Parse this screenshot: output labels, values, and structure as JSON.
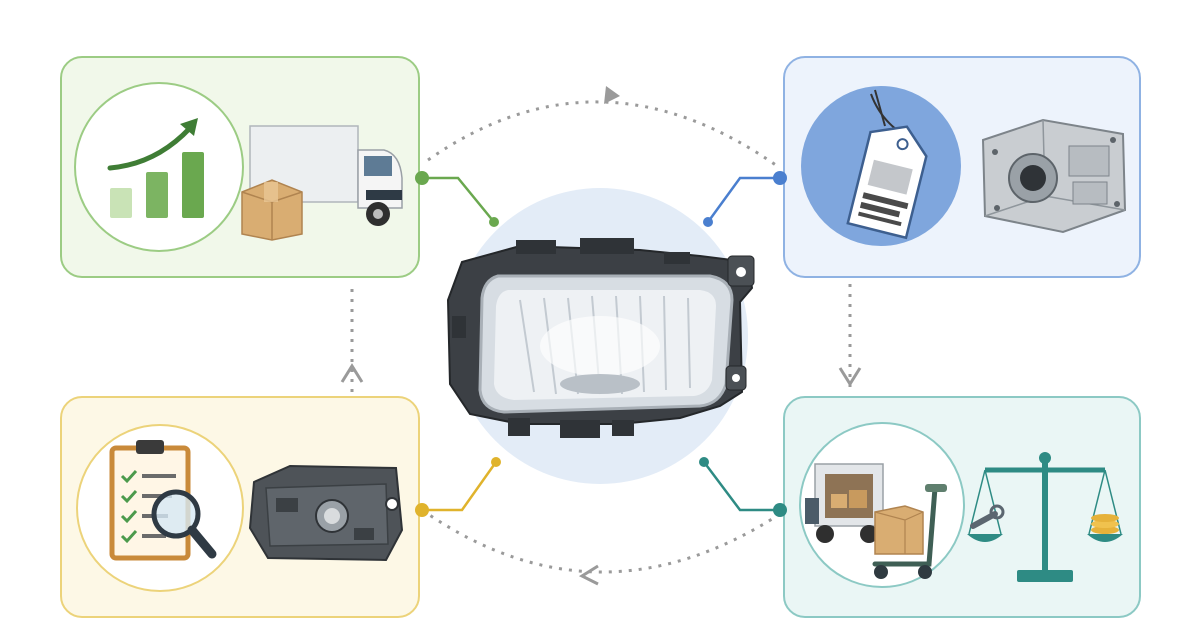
{
  "diagram": {
    "central_item": {
      "icon": "headlamp-assembly-icon"
    },
    "panels": [
      {
        "key": "demand",
        "position": "top-left",
        "icons": [
          "growth-chart-icon",
          "delivery-truck-icon",
          "cardboard-box-icon"
        ],
        "border_color": "#9ccc84",
        "fill_color": "#f1f8ea",
        "accent_color": "#6aa84f"
      },
      {
        "key": "pricing",
        "position": "top-right",
        "icons": [
          "price-tag-icon",
          "gearbox-part-icon"
        ],
        "border_color": "#8fb2e3",
        "fill_color": "#edf3fc",
        "accent_color": "#4a7fcf"
      },
      {
        "key": "logistics",
        "position": "bottom-right",
        "icons": [
          "cargo-truck-icon",
          "hand-truck-icon",
          "balance-scale-icon",
          "wrench-icon",
          "coins-icon"
        ],
        "border_color": "#8cc9c4",
        "fill_color": "#eaf6f5",
        "accent_color": "#2e8b84"
      },
      {
        "key": "quality",
        "position": "bottom-left",
        "icons": [
          "clipboard-checklist-icon",
          "magnifier-icon",
          "housing-part-icon"
        ],
        "border_color": "#ecd37a",
        "fill_color": "#fdf8e6",
        "accent_color": "#e0b32c"
      }
    ],
    "cycle": {
      "direction": "clockwise",
      "connector_style": "dotted-gray",
      "connector_color": "#9a9a9a"
    },
    "hub_color": "#e3ecf7"
  }
}
